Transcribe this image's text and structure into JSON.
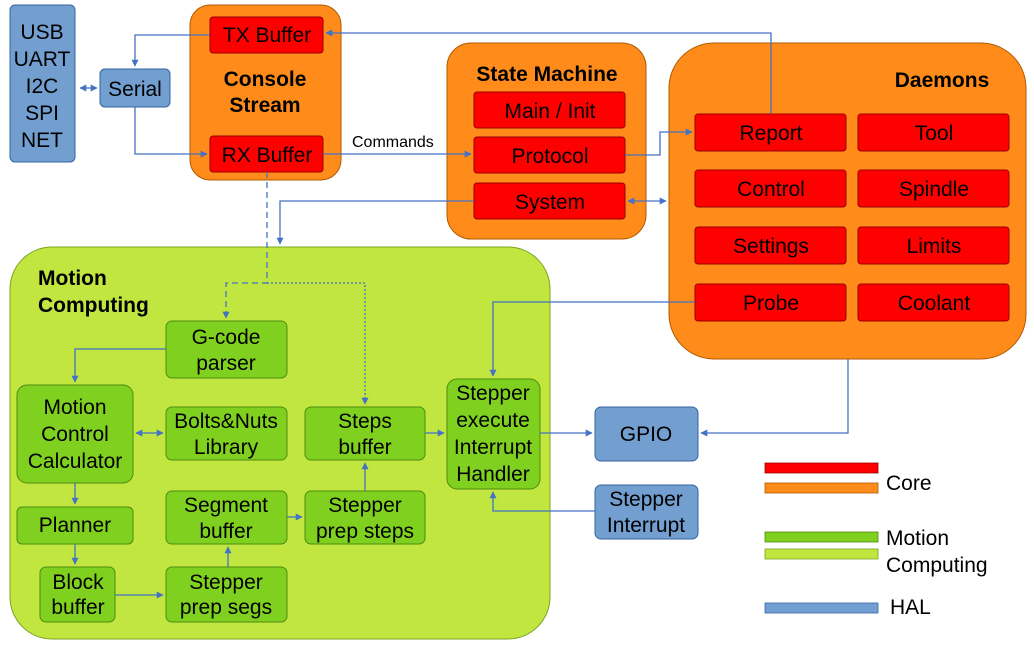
{
  "colors": {
    "core_red": "#ff0000",
    "core_orange": "#ff8c1a",
    "motion_dark": "#80d11f",
    "motion_light": "#c0e63f",
    "hal_blue": "#729fcf",
    "arrow": "#4472c4"
  },
  "hal": {
    "interfaces": [
      "USB",
      "UART",
      "I2C",
      "SPI",
      "NET"
    ],
    "serial": "Serial",
    "gpio": "GPIO",
    "stepper_interrupt": [
      "Stepper",
      "Interrupt"
    ]
  },
  "console_stream": {
    "title": [
      "Console",
      "Stream"
    ],
    "tx_buffer": "TX Buffer",
    "rx_buffer": "RX Buffer"
  },
  "commands_label": "Commands",
  "state_machine": {
    "title": "State Machine",
    "items": [
      "Main / Init",
      "Protocol",
      "System"
    ]
  },
  "daemons": {
    "title": "Daemons",
    "items": [
      "Report",
      "Tool",
      "Control",
      "Spindle",
      "Settings",
      "Limits",
      "Probe",
      "Coolant"
    ]
  },
  "motion": {
    "title": [
      "Motion",
      "Computing"
    ],
    "gcode_parser": [
      "G-code",
      "parser"
    ],
    "motion_control": [
      "Motion",
      "Control",
      "Calculator"
    ],
    "bolts_nuts": [
      "Bolts&Nuts",
      "Library"
    ],
    "planner": "Planner",
    "block_buffer": [
      "Block",
      "buffer"
    ],
    "segment_buffer": [
      "Segment",
      "buffer"
    ],
    "stepper_prep_segs": [
      "Stepper",
      "prep segs"
    ],
    "steps_buffer": [
      "Steps",
      "buffer"
    ],
    "stepper_prep_steps": [
      "Stepper",
      "prep steps"
    ],
    "stepper_execute": [
      "Stepper",
      "execute",
      "Interrupt",
      "Handler"
    ]
  },
  "legend": {
    "core": "Core",
    "motion": [
      "Motion",
      "Computing"
    ],
    "hal": "HAL"
  }
}
